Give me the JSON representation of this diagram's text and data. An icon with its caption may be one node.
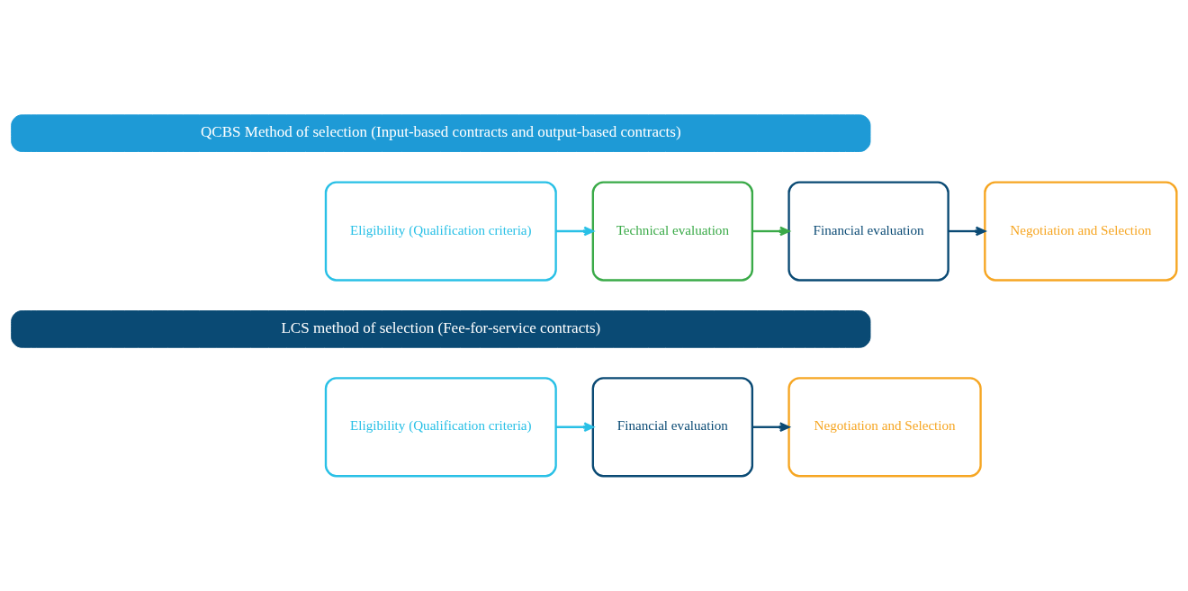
{
  "diagram": {
    "nodes": [
      {
        "text": [
          "QCBS Method of selection (Input-based contracts and output-based contracts)"
        ]
      },
      {
        "text": [
          "Eligibility (Qualification criteria)"
        ]
      },
      {
        "text": [
          "Technical evaluation"
        ]
      },
      {
        "text": [
          "Financial evaluation"
        ]
      },
      {
        "text": [
          "Negotiation and Selection"
        ]
      },
      {
        "text": [
          "LCS method of selection (Fee-for-service contracts)"
        ]
      },
      {
        "text": [
          "Eligibility (Qualification criteria)"
        ]
      },
      {
        "text": [
          "Financial evaluation"
        ]
      },
      {
        "text": [
          "Negotiation and Selection"
        ]
      }
    ],
    "edges": [
      {
        "from": 1,
        "to": 2,
        "arrow": "to",
        "color": "#29c0e6"
      },
      {
        "from": 2,
        "to": 3,
        "arrow": "to",
        "color": "#3aaa48"
      },
      {
        "from": 3,
        "to": 4,
        "arrow": "to",
        "color": "#0a4a74"
      },
      {
        "from": 6,
        "to": 7,
        "arrow": "to",
        "color": "#29c0e6"
      },
      {
        "from": 7,
        "to": 8,
        "arrow": "to",
        "color": "#0a4a74"
      }
    ]
  }
}
